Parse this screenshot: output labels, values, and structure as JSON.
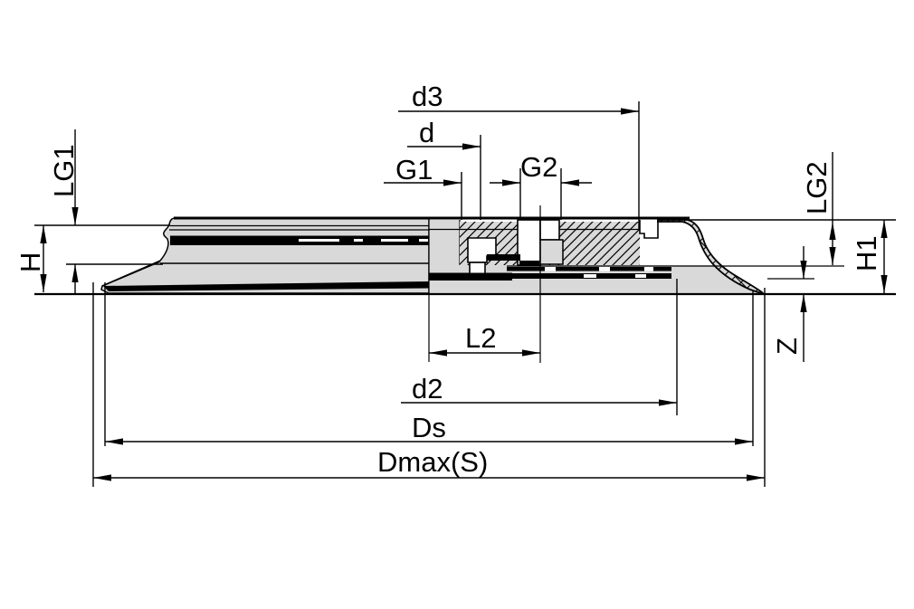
{
  "diagram": {
    "description": "Technical section drawing of a flat suction cup with fitting (half outside view, half cross-section) with dimension callouts",
    "colors": {
      "line": "#000000",
      "part_fill": "#d9d9d9",
      "background": "#ffffff"
    },
    "dimensions": {
      "d3": "d3",
      "d": "d",
      "G1": "G1",
      "G2": "G2",
      "LG1": "LG1",
      "H": "H",
      "LG2": "LG2",
      "H1": "H1",
      "Z": "Z",
      "L2": "L2",
      "d2": "d2",
      "Ds": "Ds",
      "Dmax": "Dmax(S)"
    }
  }
}
